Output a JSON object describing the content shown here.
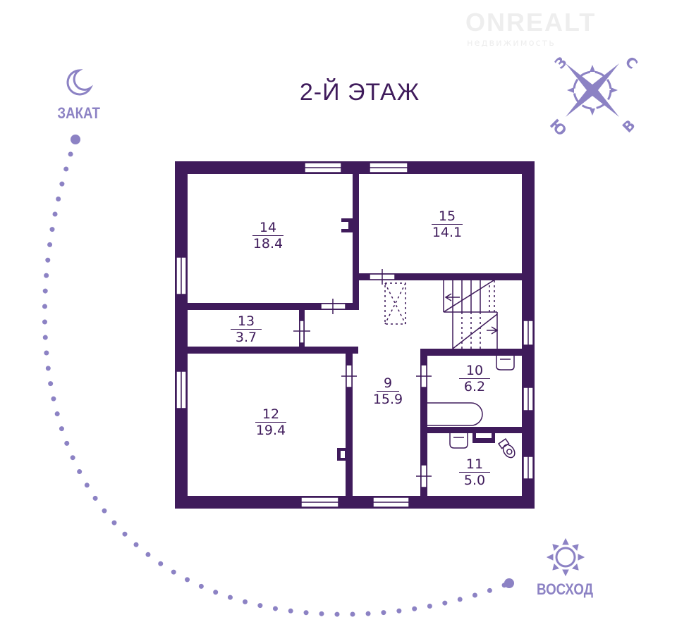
{
  "title": "2-Й ЭТАЖ",
  "watermark": {
    "brand": "ONREALT",
    "tagline": "недвижимость"
  },
  "compass": {
    "north": "С",
    "west": "З",
    "south": "Ю",
    "east": "В"
  },
  "sunset_label": "ЗАКАТ",
  "sunrise_label": "ВОСХОД",
  "rooms": [
    {
      "number": "14",
      "area": "18.4"
    },
    {
      "number": "15",
      "area": "14.1"
    },
    {
      "number": "13",
      "area": "3.7"
    },
    {
      "number": "9",
      "area": "15.9"
    },
    {
      "number": "10",
      "area": "6.2"
    },
    {
      "number": "12",
      "area": "19.4"
    },
    {
      "number": "11",
      "area": "5.0"
    }
  ],
  "colors": {
    "wall": "#3f1b5b",
    "accent": "#8c82c4"
  }
}
